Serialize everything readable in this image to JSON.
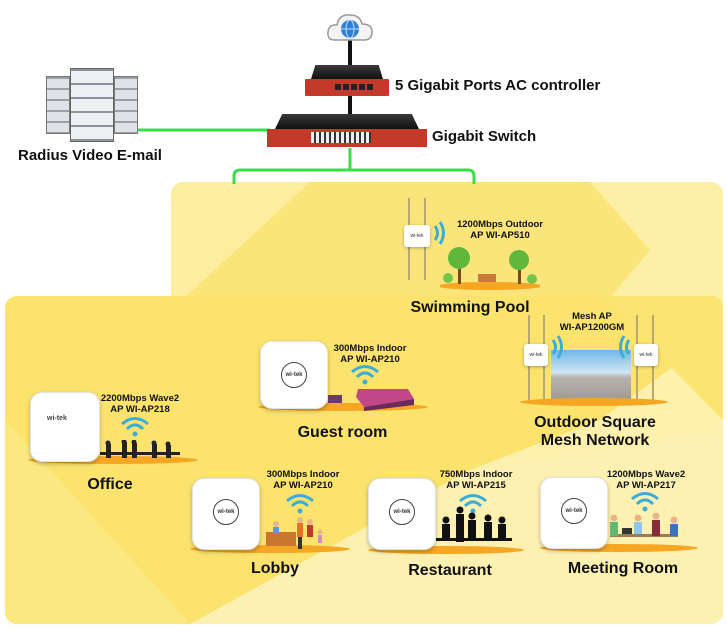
{
  "core": {
    "internet_icon": "cloud-globe-icon",
    "ac_controller_label": "5 Gigabit Ports AC controller",
    "switch_label": "Gigabit Switch",
    "servers_label": "Radius Video E-mail",
    "brand": "wi-tek"
  },
  "colors": {
    "link_green": "#3ddc4a",
    "uplink_black": "#111111",
    "device_red": "#c0392b",
    "zone_yellow": "#fbe77a",
    "zone_light": "#fdf3b8",
    "wifi_blue": "#3aaed8",
    "floor_orange": "#f5a623"
  },
  "zones": {
    "swimming_pool": {
      "ap_spec": "1200Mbps Outdoor",
      "ap_model": "AP WI-AP510",
      "name": "Swimming Pool"
    },
    "outdoor_square": {
      "ap_spec": "Mesh AP",
      "ap_model": "WI-AP1200GM",
      "name_line1": "Outdoor Square",
      "name_line2": "Mesh Network"
    },
    "guest_room": {
      "ap_spec": "300Mbps Indoor",
      "ap_model": "AP WI-AP210",
      "name": "Guest room"
    },
    "office": {
      "ap_spec": "2200Mbps Wave2",
      "ap_model": "AP WI-AP218",
      "name": "Office"
    },
    "lobby": {
      "ap_spec": "300Mbps Indoor",
      "ap_model": "AP WI-AP210",
      "name": "Lobby"
    },
    "restaurant": {
      "ap_spec": "750Mbps Indoor",
      "ap_model": "AP WI-AP215",
      "name": "Restaurant"
    },
    "meeting_room": {
      "ap_spec": "1200Mbps Wave2",
      "ap_model": "AP WI-AP217",
      "name": "Meeting Room"
    }
  }
}
